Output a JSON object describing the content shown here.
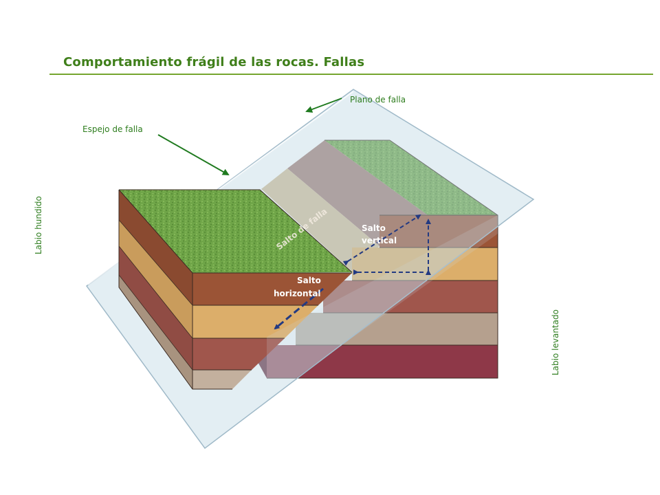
{
  "title": "Comportamiento frágil de las rocas. Fallas",
  "labels": {
    "plano_de_falla": "Plano de falla",
    "espejo_de_falla": "Espejo de falla",
    "labio_hundido": "Labio hundido",
    "labio_levantado": "Labio levantado",
    "salto_de_falla": "Salto de falla",
    "salto_vertical_1": "Salto",
    "salto_vertical_2": "vertical",
    "salto_horizontal_1": "Salto",
    "salto_horizontal_2": "horizontal"
  },
  "colors": {
    "title": "#3f7f1a",
    "rule": "#74a52e",
    "label": "#2e7d1e",
    "grass": "#6fa548",
    "layer_brown": "#9b5436",
    "layer_tan": "#dcae6a",
    "layer_rose": "#a0564c",
    "layer_gray": "#b5a08e",
    "layer_crimson": "#8e3848",
    "fault_plane": "#bcd6e2",
    "arrow": "#233a82"
  }
}
